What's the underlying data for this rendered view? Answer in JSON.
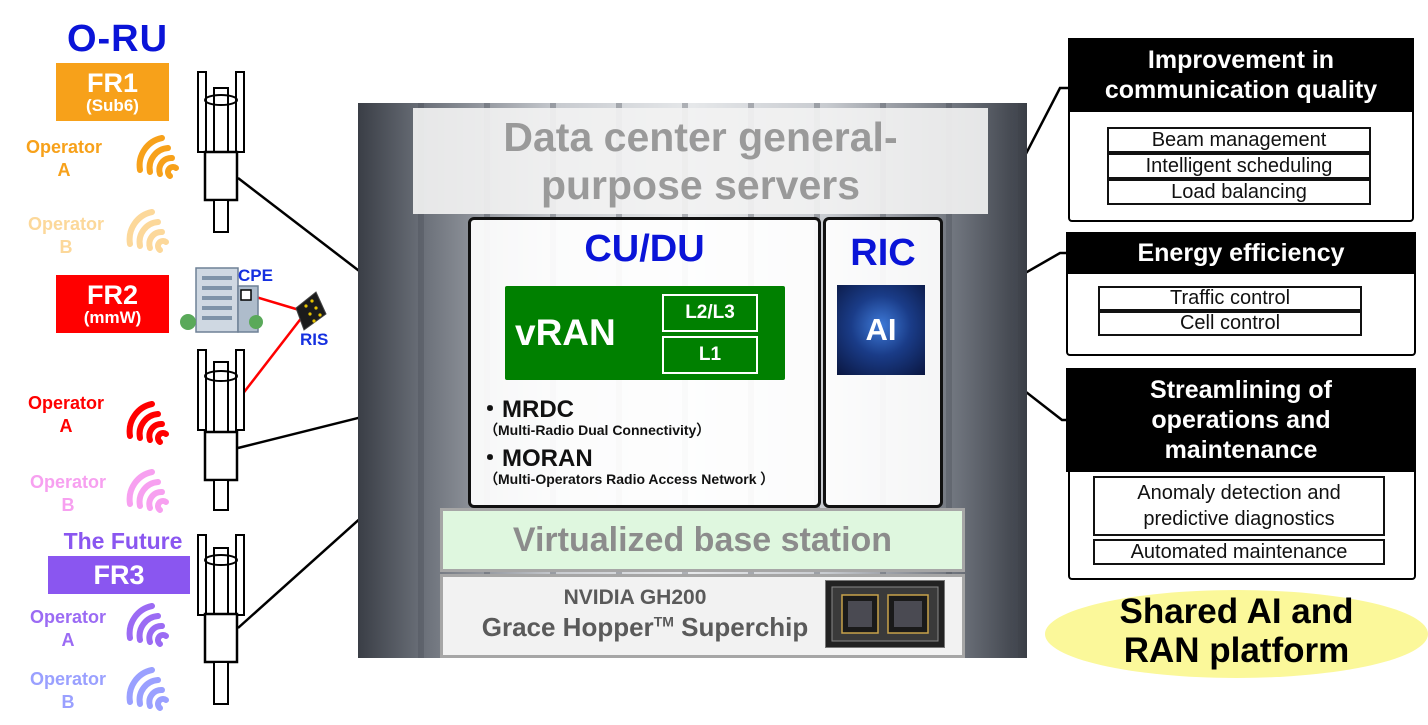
{
  "oru": {
    "title": "O-RU",
    "fr1": {
      "label": "FR1",
      "sub": "(Sub6)",
      "color": "#f7a11a"
    },
    "fr2": {
      "label": "FR2",
      "sub": "(mmW)",
      "color": "#ff0000"
    },
    "fr3": {
      "label": "FR3",
      "color": "#8a56f0"
    },
    "future": "The Future",
    "cpe": "CPE",
    "ris": "RIS",
    "operators": {
      "fr1_a": [
        "Operator",
        "A"
      ],
      "fr1_b": [
        "Operator",
        "B"
      ],
      "fr2_a": [
        "Operator",
        "A"
      ],
      "fr2_b": [
        "Operator",
        "B"
      ],
      "fr3_a": [
        "Operator",
        "A"
      ],
      "fr3_b": [
        "Operator",
        "B"
      ]
    }
  },
  "datacenter": {
    "title_line1": "Data center general-",
    "title_line2": "purpose servers",
    "cudu": {
      "title": "CU/DU",
      "vran": "vRAN",
      "l2l3": "L2/L3",
      "l1": "L1",
      "mrdc": "・MRDC",
      "mrdc_sub": "（Multi-Radio Dual Connectivity）",
      "moran": "・MORAN",
      "moran_sub": "（Multi-Operators Radio Access Network ）"
    },
    "ric": {
      "title": "RIC",
      "ai": "AI"
    },
    "vbs": "Virtualized base station",
    "gh200_line1": "NVIDIA GH200",
    "gh200_line2": "Grace Hopper",
    "gh200_tm": "TM",
    "gh200_line2b": " Superchip"
  },
  "right": {
    "quality": {
      "title_line1": "Improvement in",
      "title_line2": "communication quality",
      "items": [
        "Beam management",
        "Intelligent scheduling",
        "Load balancing"
      ]
    },
    "energy": {
      "title": "Energy efficiency",
      "items": [
        "Traffic control",
        "Cell control"
      ]
    },
    "ops": {
      "title_line1": "Streamlining of",
      "title_line2": "operations and",
      "title_line3": "maintenance",
      "item1_line1": "Anomaly detection and",
      "item1_line2": "predictive diagnostics",
      "item2": "Automated maintenance"
    },
    "shared_line1": "Shared AI and",
    "shared_line2": "RAN platform"
  }
}
